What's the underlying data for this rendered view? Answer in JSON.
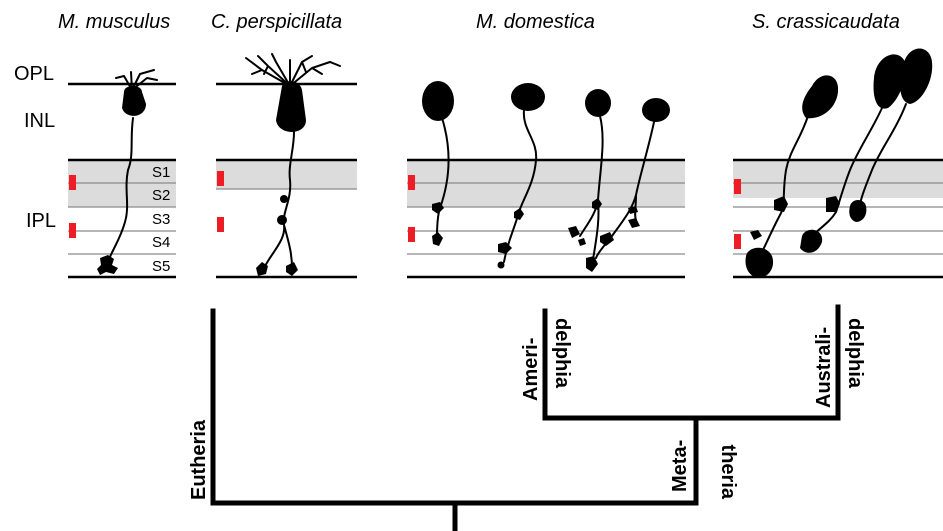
{
  "species": {
    "mus": "M. musculus",
    "carollia": "C. perspicillata",
    "monodelphis": "M. domestica",
    "sminthopsis": "S. crassicaudata"
  },
  "layers": {
    "opl": "OPL",
    "inl": "INL",
    "ipl": "IPL"
  },
  "strata": [
    "S1",
    "S2",
    "S3",
    "S4",
    "S5"
  ],
  "clades": {
    "eutheria": "Eutheria",
    "metatheria_1": "Meta-",
    "metatheria_2": "theria",
    "ameridelphia_1": "Ameri-",
    "ameridelphia_2": "delphia",
    "australidelphia_1": "Australi-",
    "australidelphia_2": "delphia"
  },
  "colors": {
    "marker": "#ee1c25",
    "shading": "#dcdcdc",
    "lines": "#000000",
    "stratum_lines": "#8a8a8a"
  }
}
